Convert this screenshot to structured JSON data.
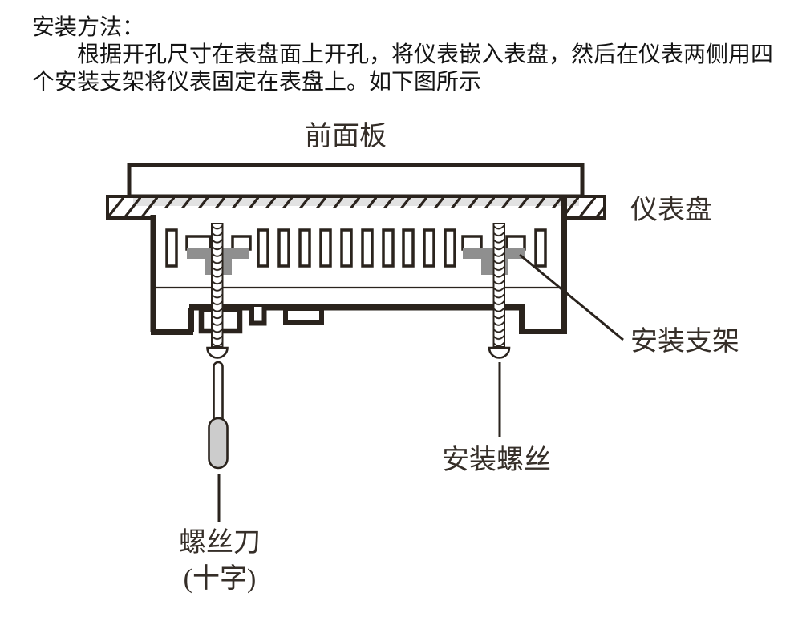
{
  "doc": {
    "heading": "安装方法：",
    "paragraph": "根据开孔尺寸在表盘面上开孔，将仪表嵌入表盘，然后在仪表两侧用四个安装支架将仪表固定在表盘上。如下图所示"
  },
  "diagram": {
    "labels": {
      "front_panel": "前面板",
      "instrument_panel": "仪表盘",
      "mounting_bracket": "安装支架",
      "mounting_screw": "安装螺丝",
      "screwdriver": "螺丝刀",
      "screwdriver_type": "(十字)"
    },
    "colors": {
      "line": "#2a231d",
      "bracket_gray": "#8f8f8f",
      "handle_gray": "#cccccc",
      "panel_shadow": "#e2e2e2",
      "label_text": "#352e28"
    }
  }
}
